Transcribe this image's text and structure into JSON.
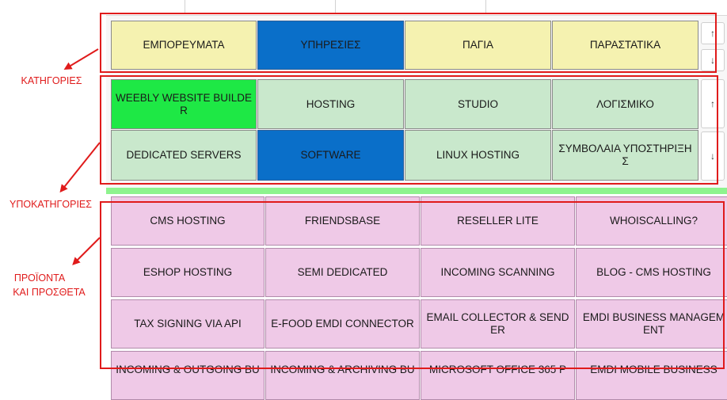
{
  "annotations": {
    "categories": "ΚΑΤΗΓΟΡΙΕΣ",
    "subcategories": "ΥΠΟΚΑΤΗΓΟΡΙΕΣ",
    "products_line1": "ΠΡΟΪΟΝΤΑ",
    "products_line2": "ΚΑΙ ΠΡΟΣΘΕΤΑ"
  },
  "categories": {
    "items": [
      {
        "label": "ΕΜΠΟΡΕΥΜΑΤΑ",
        "selected": false
      },
      {
        "label": "ΥΠΗΡΕΣΙΕΣ",
        "selected": true
      },
      {
        "label": "ΠΑΓΙΑ",
        "selected": false
      },
      {
        "label": "ΠΑΡΑΣΤΑΤΙΚΑ",
        "selected": false
      }
    ]
  },
  "subcategories": {
    "items": [
      {
        "label": "WEEBLY WEBSITE BUILDER"
      },
      {
        "label": "HOSTING"
      },
      {
        "label": "STUDIO"
      },
      {
        "label": "ΛΟΓΙΣΜΙΚΟ"
      },
      {
        "label": "DEDICATED SERVERS"
      },
      {
        "label": "SOFTWARE"
      },
      {
        "label": "LINUX HOSTING"
      },
      {
        "label": "ΣΥΜΒΟΛΑΙΑ ΥΠΟΣΤΗΡΙΞΗΣ"
      }
    ]
  },
  "products": {
    "items": [
      {
        "label": "CMS HOSTING"
      },
      {
        "label": "FRIENDSBASE"
      },
      {
        "label": "RESELLER LITE"
      },
      {
        "label": "WHOISCALLING?"
      },
      {
        "label": "ESHOP HOSTING"
      },
      {
        "label": "SEMI DEDICATED"
      },
      {
        "label": "INCOMING SCANNING"
      },
      {
        "label": "BLOG - CMS HOSTING"
      },
      {
        "label": "TAX SIGNING VIA API"
      },
      {
        "label": "E-FOOD EMDI CONNECTOR"
      },
      {
        "label": "EMAIL COLLECTOR & SENDER"
      },
      {
        "label": "EMDI BUSINESS MANAGEMENT"
      },
      {
        "label": "INCOMING & OUTGOING BU"
      },
      {
        "label": "INCOMING & ARCHIVING BU"
      },
      {
        "label": "MICROSOFT OFFICE 365 P"
      },
      {
        "label": "EMDI MOBILE BUSINESS"
      }
    ]
  },
  "arrows": {
    "up": "↑",
    "down": "↓"
  },
  "colors": {
    "category": "#f5f2b0",
    "selected": "#0a6fc9",
    "subcategory": "#c9e8cc",
    "subcategory_highlight": "#1ee845",
    "product": "#efc9e7",
    "annotation": "#e01b1b"
  }
}
